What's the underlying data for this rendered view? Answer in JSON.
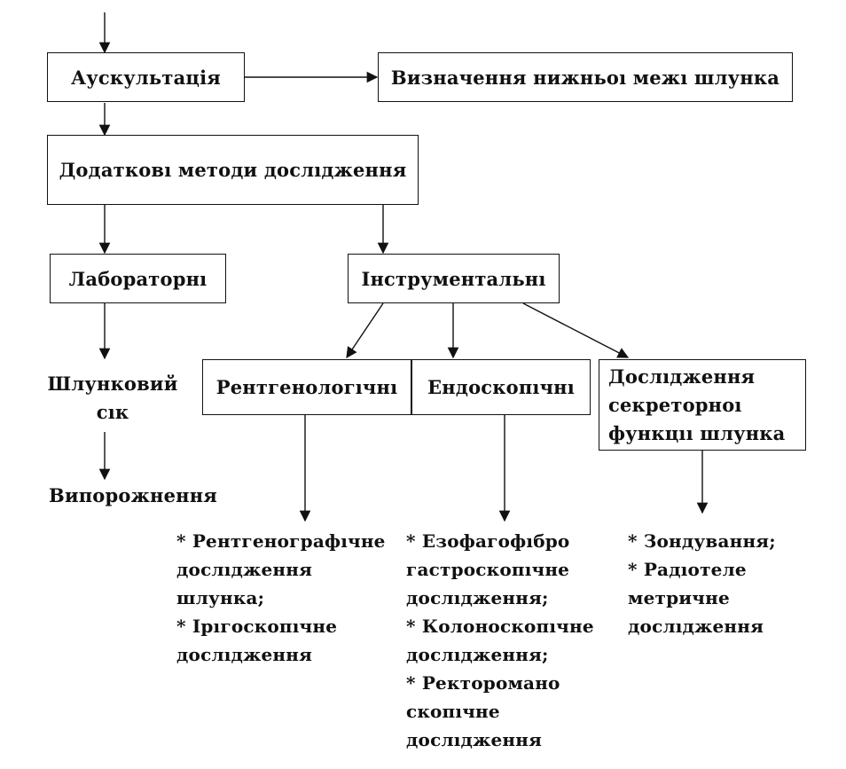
{
  "nodes": {
    "auscultation": "Аускультація",
    "lower_border": "Визначення нижньоı межı шлунка",
    "additional_methods": "Додатковı методи дослıдження",
    "laboratory": "Лабораторнı",
    "instrumental": "Інструментальнı",
    "gastric_juice_line1": "Шлунковий",
    "gastric_juice_line2": "сıк",
    "emptying": "Випорожнення",
    "x_ray": "Рентгенологıчнı",
    "endoscopic": "Ендоскопıчнı",
    "secretory_line1": "Дослıдження",
    "secretory_line2": "секреторноı",
    "secretory_line3": "функцıı шлунка"
  },
  "lists": {
    "x_ray_methods": [
      "* Рентгенографıчне",
      "дослıдження",
      "шлунка;",
      "* Ірıгоскопıчне",
      "дослıдження"
    ],
    "endoscopic_methods": [
      "* Езофагофıбро",
      "гастроскопıчне",
      "дослıдження;",
      "* Колоноскопıчне",
      "дослıдження;",
      "* Ректороманo",
      "скопıчне",
      "дослıдження"
    ],
    "secretory_methods": [
      "* Зондування;",
      "* Радıотеле",
      "метричне",
      "дослıдження"
    ]
  }
}
